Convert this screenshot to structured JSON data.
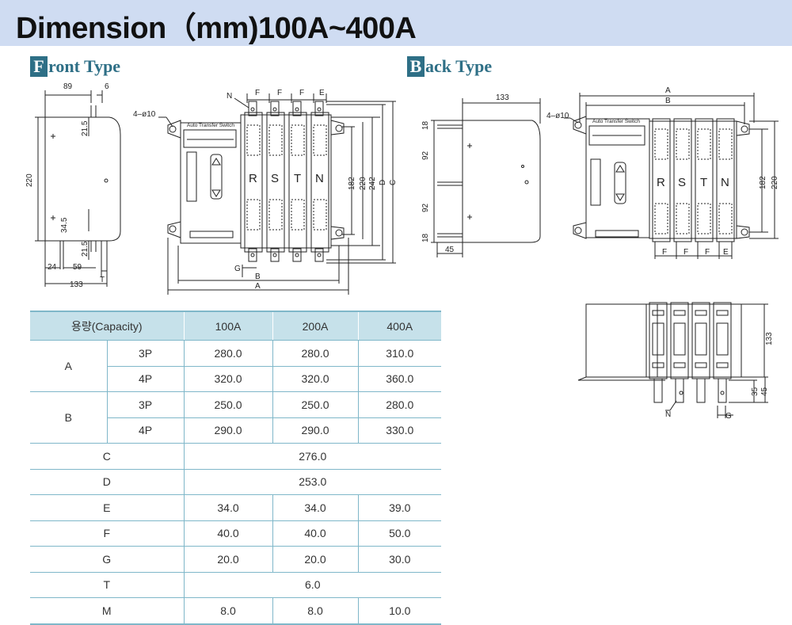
{
  "title": "Dimension（mm)100A~400A",
  "front": {
    "initial": "F",
    "rest": "ront Type",
    "labels": {
      "w89": "89",
      "w6": "6",
      "h220": "220",
      "h215a": "21.5",
      "h345": "34.5",
      "h215b": "21.5",
      "w24": "24",
      "w59": "59",
      "t": "T",
      "w133": "133",
      "hole": "4–ø10",
      "n": "N",
      "f1": "F",
      "f2": "F",
      "f3": "F",
      "e": "E",
      "h182": "182",
      "h220b": "220",
      "h242": "242",
      "d": "D",
      "c": "C",
      "g": "G",
      "b": "B",
      "a": "A",
      "nameplate": "Auto Transfer Switch",
      "r": "R",
      "s": "S",
      "tt": "T",
      "nn": "N"
    }
  },
  "back": {
    "initial": "B",
    "rest": "ack Type",
    "labels": {
      "w133": "133",
      "h18a": "18",
      "h92a": "92",
      "h92b": "92",
      "h18b": "18",
      "w45": "45",
      "hole": "4–ø10",
      "a": "A",
      "b": "B",
      "h182": "182",
      "h220": "220",
      "f1": "F",
      "f2": "F",
      "f3": "F",
      "e": "E",
      "nameplate": "Auto Transfer Switch",
      "r": "R",
      "s": "S",
      "t": "T",
      "n": "N",
      "side133": "133",
      "v35": "35",
      "v45": "45",
      "sn": "N",
      "sg": "G"
    }
  },
  "table": {
    "headers": [
      "용량(Capacity)",
      "100A",
      "200A",
      "400A"
    ],
    "rows": [
      {
        "label": "A",
        "sub": "3P",
        "v1": "280.0",
        "v2": "280.0",
        "v3": "310.0"
      },
      {
        "sub": "4P",
        "v1": "320.0",
        "v2": "320.0",
        "v3": "360.0"
      },
      {
        "label": "B",
        "sub": "3P",
        "v1": "250.0",
        "v2": "250.0",
        "v3": "280.0"
      },
      {
        "sub": "4P",
        "v1": "290.0",
        "v2": "290.0",
        "v3": "330.0"
      },
      {
        "label": "C",
        "all": "276.0"
      },
      {
        "label": "D",
        "all": "253.0"
      },
      {
        "label": "E",
        "v1": "34.0",
        "v2": "34.0",
        "v3": "39.0"
      },
      {
        "label": "F",
        "v1": "40.0",
        "v2": "40.0",
        "v3": "50.0"
      },
      {
        "label": "G",
        "v1": "20.0",
        "v2": "20.0",
        "v3": "30.0"
      },
      {
        "label": "T",
        "all": "6.0"
      },
      {
        "label": "M",
        "v1": "8.0",
        "v2": "8.0",
        "v3": "10.0"
      }
    ]
  }
}
